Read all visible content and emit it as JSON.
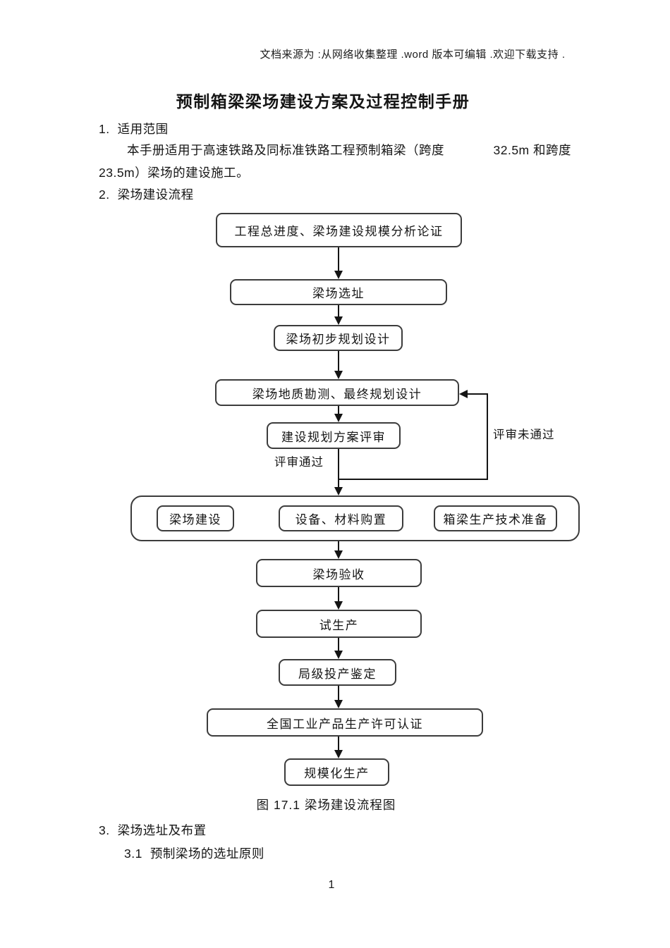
{
  "header": {
    "source_note": "文档来源为 :从网络收集整理 .word 版本可编辑 .欢迎下载支持 ."
  },
  "title": "预制箱梁梁场建设方案及过程控制手册",
  "sections": {
    "s1": {
      "num": "1.",
      "heading": "适用范围"
    },
    "s1_para": {
      "line1_left": "本手册适用于高速铁路及同标准铁路工程预制箱梁（跨度",
      "line1_right": "32.5m 和跨度",
      "line2": "23.5m）梁场的建设施工。"
    },
    "s2": {
      "num": "2.",
      "heading": "梁场建设流程"
    },
    "s3": {
      "num": "3.",
      "heading": "梁场选址及布置"
    },
    "s31": {
      "num": "3.1",
      "heading": "预制梁场的选址原则"
    }
  },
  "flowchart": {
    "caption": "图 17.1 梁场建设流程图",
    "nodes": [
      {
        "id": "analysis",
        "label": "工程总进度、梁场建设规模分析论证"
      },
      {
        "id": "site-selection",
        "label": "梁场选址"
      },
      {
        "id": "preliminary-plan",
        "label": "梁场初步规划设计"
      },
      {
        "id": "geology-final-plan",
        "label": "梁场地质勘测、最终规划设计"
      },
      {
        "id": "plan-review",
        "label": "建设规划方案评审"
      },
      {
        "id": "yard-construction",
        "label": "梁场建设"
      },
      {
        "id": "equipment-purchase",
        "label": "设备、材料购置"
      },
      {
        "id": "tech-preparation",
        "label": "箱梁生产技术准备"
      },
      {
        "id": "yard-acceptance",
        "label": "梁场验收"
      },
      {
        "id": "trial-production",
        "label": "试生产"
      },
      {
        "id": "bureau-appraisal",
        "label": "局级投产鉴定"
      },
      {
        "id": "national-license",
        "label": "全国工业产品生产许可认证"
      },
      {
        "id": "scale-production",
        "label": "规模化生产"
      }
    ],
    "edge_labels": {
      "pass": "评审通过",
      "fail": "评审未通过"
    }
  },
  "footer": {
    "page_number": "1"
  }
}
